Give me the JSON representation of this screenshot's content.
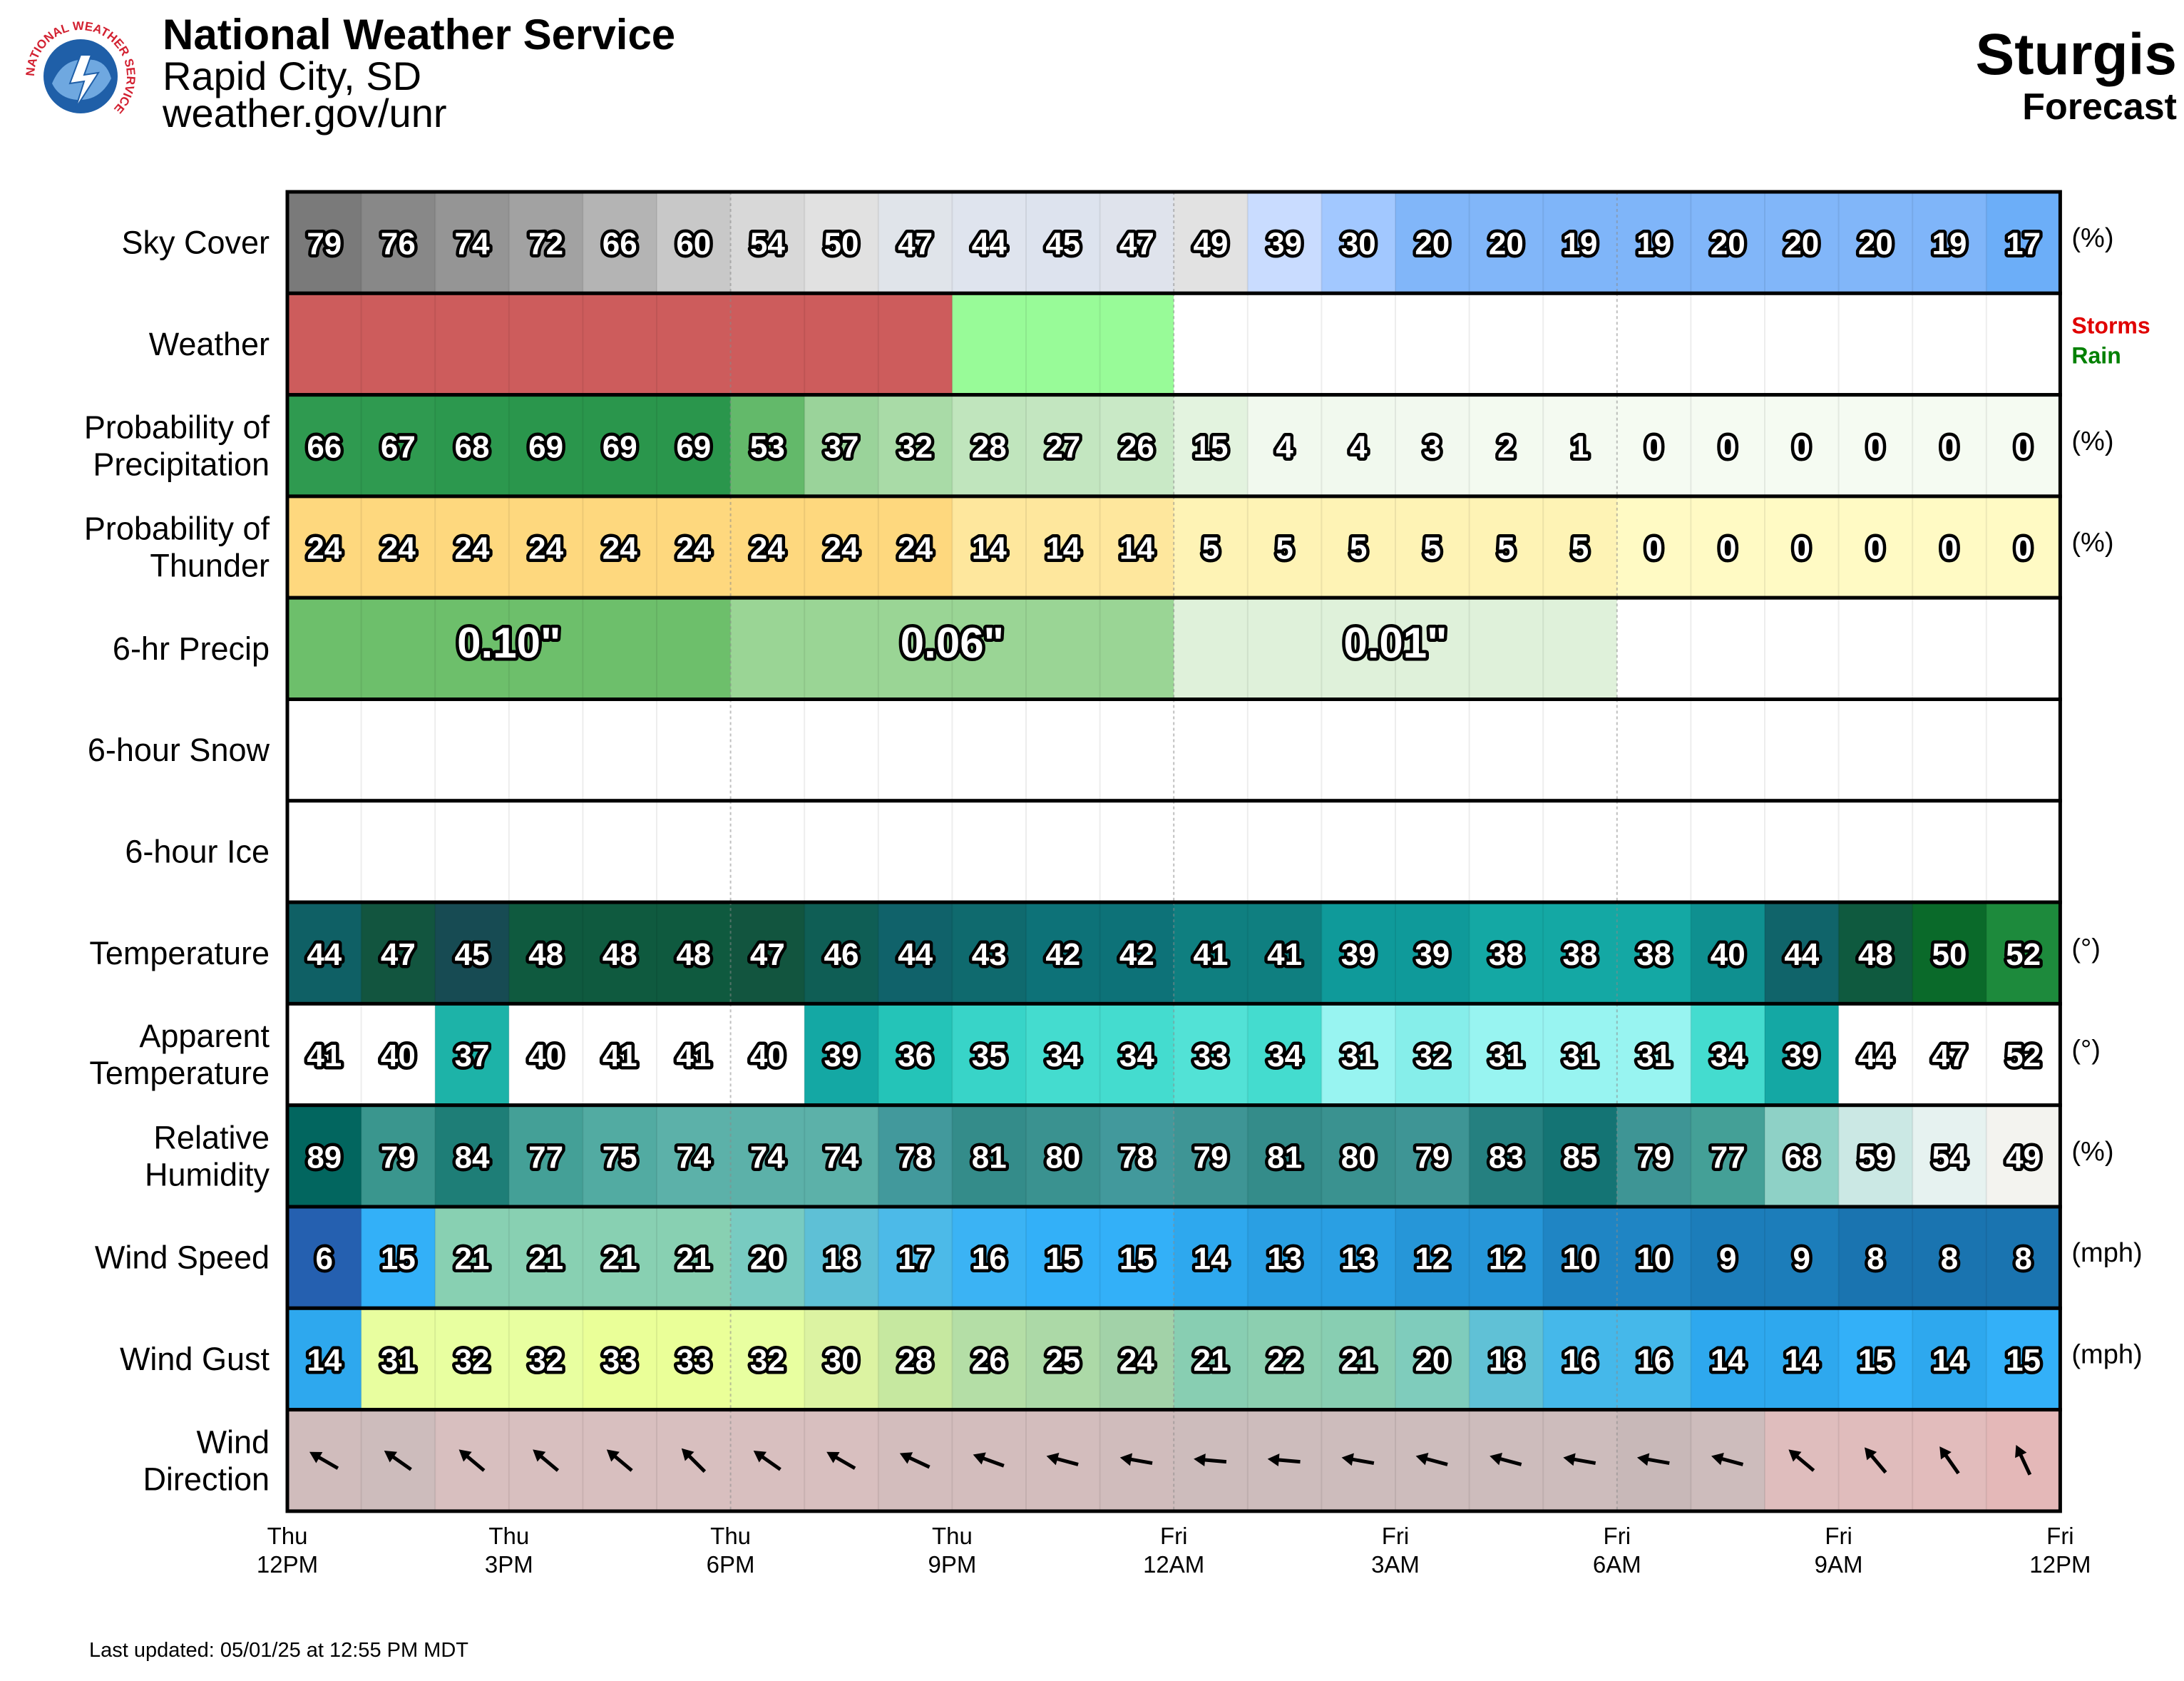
{
  "header": {
    "title": "National Weather Service",
    "office": "Rapid City, SD",
    "url": "weather.gov/unr",
    "logo_text": "NATIONAL WEATHER SERVICE"
  },
  "location": {
    "name": "Sturgis",
    "subtitle": "Forecast"
  },
  "footer": {
    "last_updated": "Last updated: 05/01/25 at 12:55 PM MDT"
  },
  "legend": {
    "storms": {
      "label": "Storms",
      "color": "#e00000"
    },
    "rain": {
      "label": "Rain",
      "color": "#008000"
    }
  },
  "chart_data": {
    "type": "table",
    "hours": 24,
    "time_axis": [
      {
        "day": "Thu",
        "time": "12PM"
      },
      {
        "day": "Thu",
        "time": "3PM"
      },
      {
        "day": "Thu",
        "time": "6PM"
      },
      {
        "day": "Thu",
        "time": "9PM"
      },
      {
        "day": "Fri",
        "time": "12AM"
      },
      {
        "day": "Fri",
        "time": "3AM"
      },
      {
        "day": "Fri",
        "time": "6AM"
      },
      {
        "day": "Fri",
        "time": "9AM"
      },
      {
        "day": "Fri",
        "time": "12PM"
      }
    ],
    "rows": [
      {
        "key": "sky",
        "label": [
          "Sky Cover"
        ],
        "unit": "(%)",
        "type": "numeric",
        "values": [
          79,
          76,
          74,
          72,
          66,
          60,
          54,
          50,
          47,
          44,
          45,
          47,
          49,
          39,
          30,
          20,
          20,
          19,
          19,
          20,
          20,
          20,
          19,
          17
        ],
        "colors": [
          "#7a7a7a",
          "#888888",
          "#959595",
          "#a2a2a2",
          "#b4b4b4",
          "#c8c8c8",
          "#d8d8d8",
          "#e1e1e1",
          "#e0e4ea",
          "#dfe4ee",
          "#dde3ee",
          "#dfe3ec",
          "#e2e2e2",
          "#c9dcff",
          "#a2c8ff",
          "#81b6f9",
          "#81b6f9",
          "#7fb5f9",
          "#7fb5f9",
          "#81b6f9",
          "#81b6f9",
          "#81b6f9",
          "#7fb5f9",
          "#6caef8"
        ]
      },
      {
        "key": "weather",
        "label": [
          "Weather"
        ],
        "type": "weather",
        "values": [
          "Storms",
          "Storms",
          "Storms",
          "Storms",
          "Storms",
          "Storms",
          "Storms",
          "Storms",
          "Storms",
          "Rain",
          "Rain",
          "Rain",
          "",
          "",
          "",
          "",
          "",
          "",
          "",
          "",
          "",
          "",
          "",
          ""
        ],
        "colors": [
          "#cd5c5c",
          "#cd5c5c",
          "#cd5c5c",
          "#cd5c5c",
          "#cd5c5c",
          "#cd5c5c",
          "#cd5c5c",
          "#cd5c5c",
          "#cd5c5c",
          "#98fb98",
          "#98fb98",
          "#98fb98",
          "#ffffff",
          "#ffffff",
          "#ffffff",
          "#ffffff",
          "#ffffff",
          "#ffffff",
          "#ffffff",
          "#ffffff",
          "#ffffff",
          "#ffffff",
          "#ffffff",
          "#ffffff"
        ]
      },
      {
        "key": "pop",
        "label": [
          "Probability of",
          "Precipitation"
        ],
        "unit": "(%)",
        "type": "numeric",
        "values": [
          66,
          67,
          68,
          69,
          69,
          69,
          53,
          37,
          32,
          28,
          27,
          26,
          15,
          4,
          4,
          3,
          2,
          1,
          0,
          0,
          0,
          0,
          0,
          0
        ],
        "colors": [
          "#2f9a50",
          "#2f9a50",
          "#2c984e",
          "#2a964c",
          "#2a964c",
          "#2a964c",
          "#63b96a",
          "#9ad39a",
          "#a9dba7",
          "#c0e5bd",
          "#c3e6c0",
          "#c9e9c6",
          "#e3f3df",
          "#f1f9ee",
          "#f1f9ee",
          "#f2f9ef",
          "#f3faf0",
          "#f4faf1",
          "#f5fbf2",
          "#f5fbf2",
          "#f5fbf2",
          "#f5fbf2",
          "#f5fbf2",
          "#f5fbf2"
        ]
      },
      {
        "key": "thunder",
        "label": [
          "Probability of",
          "Thunder"
        ],
        "unit": "(%)",
        "type": "numeric",
        "values": [
          24,
          24,
          24,
          24,
          24,
          24,
          24,
          24,
          24,
          14,
          14,
          14,
          5,
          5,
          5,
          5,
          5,
          5,
          0,
          0,
          0,
          0,
          0,
          0
        ],
        "colors": [
          "#fed87e",
          "#fed87e",
          "#fed87e",
          "#fed87e",
          "#fed87e",
          "#fed87e",
          "#fed87e",
          "#fed87e",
          "#fed87e",
          "#fee79d",
          "#fee79d",
          "#fee79d",
          "#fef3b5",
          "#fef3b5",
          "#fef3b5",
          "#fef3b5",
          "#fef3b5",
          "#fef3b5",
          "#fffac4",
          "#fffac4",
          "#fffac4",
          "#fffac4",
          "#fffac4",
          "#fffac4"
        ]
      },
      {
        "key": "precip6",
        "label": [
          "6-hr Precip"
        ],
        "type": "blocks",
        "blocks": [
          {
            "start": 0,
            "span": 6,
            "value": "0.10\"",
            "color": "#6dbf6b"
          },
          {
            "start": 6,
            "span": 6,
            "value": "0.06\"",
            "color": "#9ad595"
          },
          {
            "start": 12,
            "span": 6,
            "value": "0.01\"",
            "color": "#dff1da"
          },
          {
            "start": 18,
            "span": 6,
            "value": "",
            "color": "#ffffff"
          }
        ]
      },
      {
        "key": "snow6",
        "label": [
          "6-hour Snow"
        ],
        "type": "blank"
      },
      {
        "key": "ice6",
        "label": [
          "6-hour Ice"
        ],
        "type": "blank"
      },
      {
        "key": "temp",
        "label": [
          "Temperature"
        ],
        "unit": "(°)",
        "type": "numeric",
        "values": [
          44,
          47,
          45,
          48,
          48,
          48,
          47,
          46,
          44,
          43,
          42,
          42,
          41,
          41,
          39,
          39,
          38,
          38,
          38,
          40,
          44,
          48,
          50,
          52
        ],
        "colors": [
          "#0f6065",
          "#12553f",
          "#174b53",
          "#0f5a3f",
          "#0f5a3f",
          "#0f5a3f",
          "#12553f",
          "#0f5e55",
          "#10626a",
          "#0f6a6e",
          "#0d7278",
          "#0d7278",
          "#0f7f80",
          "#0f7f80",
          "#0f9a9a",
          "#0f9a9a",
          "#14a8a4",
          "#14a8a4",
          "#14a8a4",
          "#0f9090",
          "#10646a",
          "#0f5a3f",
          "#0a6a2a",
          "#1d8a3c"
        ]
      },
      {
        "key": "apparent",
        "label": [
          "Apparent",
          "Temperature"
        ],
        "unit": "(°)",
        "type": "numeric",
        "values": [
          41,
          40,
          37,
          40,
          41,
          41,
          40,
          39,
          36,
          35,
          34,
          34,
          33,
          34,
          31,
          32,
          31,
          31,
          31,
          34,
          39,
          44,
          47,
          52
        ],
        "colors": [
          "#ffffff",
          "#ffffff",
          "#1db3a8",
          "#ffffff",
          "#ffffff",
          "#ffffff",
          "#ffffff",
          "#14a8a4",
          "#24c4b8",
          "#38d4c8",
          "#44dccf",
          "#44dccf",
          "#52e2d6",
          "#44dccf",
          "#98f4f1",
          "#86eeea",
          "#98f4f1",
          "#98f4f1",
          "#98f4f1",
          "#44dccf",
          "#14a8a4",
          "#ffffff",
          "#ffffff",
          "#ffffff"
        ]
      },
      {
        "key": "rh",
        "label": [
          "Relative",
          "Humidity"
        ],
        "unit": "(%)",
        "type": "numeric",
        "values": [
          89,
          79,
          84,
          77,
          75,
          74,
          74,
          74,
          78,
          81,
          80,
          78,
          79,
          81,
          80,
          79,
          83,
          85,
          79,
          77,
          68,
          59,
          54,
          49
        ],
        "colors": [
          "#02665f",
          "#3a968e",
          "#1e7e77",
          "#44a097",
          "#52aba2",
          "#5cb1a9",
          "#5cb1a9",
          "#5cb1a9",
          "#42999c",
          "#348c8a",
          "#3a9290",
          "#42999c",
          "#3e9595",
          "#348c8a",
          "#3a9290",
          "#3e9595",
          "#258080",
          "#147474",
          "#3e9595",
          "#44a097",
          "#8ed1c6",
          "#cbe8e4",
          "#e6f2f0",
          "#f3f3ef"
        ]
      },
      {
        "key": "wind",
        "label": [
          "Wind Speed"
        ],
        "unit": "(mph)",
        "type": "numeric",
        "values": [
          6,
          15,
          21,
          21,
          21,
          21,
          20,
          18,
          17,
          16,
          15,
          15,
          14,
          13,
          13,
          12,
          12,
          10,
          10,
          9,
          9,
          8,
          8,
          8
        ],
        "colors": [
          "#2560b0",
          "#33b0f8",
          "#88d0b2",
          "#88d0b2",
          "#88d0b2",
          "#88d0b2",
          "#78cbc1",
          "#5ec0d6",
          "#4cbae8",
          "#3bb3f4",
          "#33b0f8",
          "#33b0f8",
          "#2ea8ee",
          "#2a9fe3",
          "#2a9fe3",
          "#2696d8",
          "#2696d8",
          "#1f85c4",
          "#1f85c4",
          "#1c7dba",
          "#1c7dba",
          "#1a74b0",
          "#1a74b0",
          "#1a74b0"
        ]
      },
      {
        "key": "gust",
        "label": [
          "Wind Gust"
        ],
        "unit": "(mph)",
        "type": "numeric",
        "values": [
          14,
          31,
          32,
          32,
          33,
          33,
          32,
          30,
          28,
          26,
          25,
          24,
          21,
          22,
          21,
          20,
          18,
          16,
          16,
          14,
          14,
          15,
          14,
          15
        ],
        "colors": [
          "#2ea8ee",
          "#e8fe9f",
          "#e8ffa0",
          "#e8ffa0",
          "#eaff98",
          "#eaff98",
          "#e8ffa0",
          "#dcf3a2",
          "#c6e8a0",
          "#b4dea6",
          "#acd9a7",
          "#a2d2a8",
          "#88ceb2",
          "#8ccfb0",
          "#88ceb2",
          "#7fccbc",
          "#60c1d6",
          "#45b8ea",
          "#45b8ea",
          "#2ea8ee",
          "#2ea8ee",
          "#33b0f8",
          "#2ea8ee",
          "#33b0f8"
        ]
      },
      {
        "key": "wdir",
        "label": [
          "Wind",
          "Direction"
        ],
        "type": "arrows",
        "values": [
          300,
          305,
          310,
          310,
          310,
          315,
          305,
          300,
          295,
          290,
          285,
          280,
          275,
          275,
          280,
          285,
          285,
          280,
          280,
          285,
          310,
          320,
          325,
          335
        ],
        "colors": [
          "#d0bcbc",
          "#cdbcbc",
          "#d8bfbf",
          "#d8bfbf",
          "#d8bfbf",
          "#d8bfbf",
          "#d8bfbf",
          "#d8bfbf",
          "#d3bdbd",
          "#d3bdbd",
          "#d3bdbd",
          "#d0bcbc",
          "#cdbcbc",
          "#cdbcbc",
          "#cdbcbc",
          "#cdbcbc",
          "#cdbcbc",
          "#cdbcbc",
          "#c8b8b8",
          "#cdbcbc",
          "#dfbdbd",
          "#e0bcbc",
          "#e2bcbc",
          "#e4b8b8"
        ]
      }
    ]
  }
}
